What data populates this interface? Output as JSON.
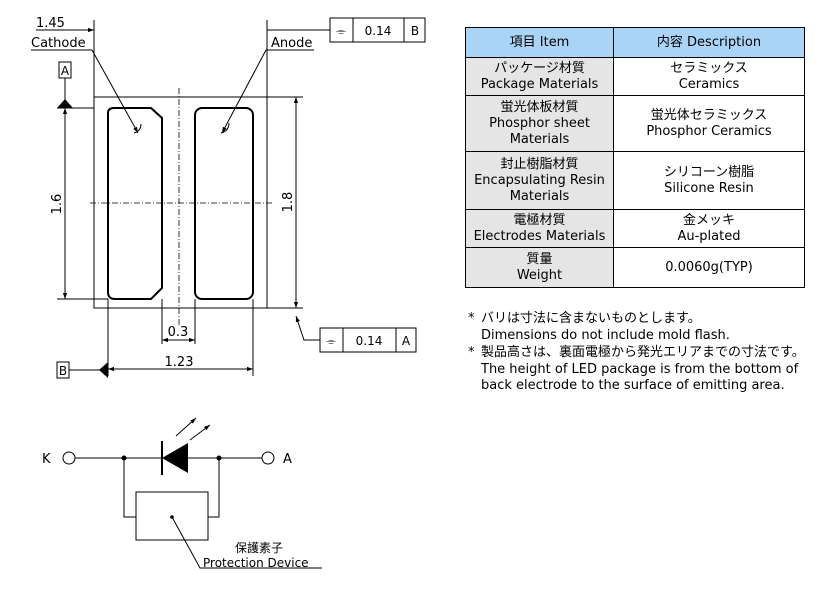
{
  "dimensions": {
    "cathode_width": "1.45",
    "length": "1.6",
    "pad_length": "1.8",
    "gap": "0.3",
    "width": "1.23"
  },
  "labels": {
    "cathode": "Cathode",
    "anode": "Anode",
    "datum_a": "A",
    "datum_b": "B"
  },
  "tolerance_frames": [
    {
      "symbol": "⌯",
      "value": "0.14",
      "datum": "B"
    },
    {
      "symbol": "⌯",
      "value": "0.14",
      "datum": "A"
    }
  ],
  "circuit": {
    "k_label": "K",
    "a_label": "A",
    "protection_jp": "保護素子",
    "protection_en": "Protection Device"
  },
  "table": {
    "header_item": "項目 Item",
    "header_desc": "内容 Description",
    "rows": [
      {
        "item": [
          "パッケージ材質",
          "Package Materials"
        ],
        "desc": [
          "セラミックス",
          "Ceramics"
        ]
      },
      {
        "item": [
          "蛍光体板材質",
          "Phosphor sheet",
          "Materials"
        ],
        "desc": [
          "蛍光体セラミックス",
          "Phosphor Ceramics"
        ]
      },
      {
        "item": [
          "封止樹脂材質",
          "Encapsulating Resin",
          "Materials"
        ],
        "desc": [
          "シリコーン樹脂",
          "Silicone Resin"
        ]
      },
      {
        "item": [
          "電極材質",
          "Electrodes Materials"
        ],
        "desc": [
          "金メッキ",
          "Au-plated"
        ]
      },
      {
        "item": [
          "質量",
          "Weight"
        ],
        "desc": [
          "0.0060g(TYP)"
        ]
      }
    ]
  },
  "notes": [
    {
      "mark": "*",
      "lines": [
        "バリは寸法に含まないものとします。",
        "Dimensions do not include mold flash."
      ]
    },
    {
      "mark": "*",
      "lines": [
        "製品高さは、裏面電極から発光エリアまでの寸法です。",
        "The height of LED package is from the bottom of",
        "back electrode to the surface of emitting area."
      ]
    }
  ]
}
